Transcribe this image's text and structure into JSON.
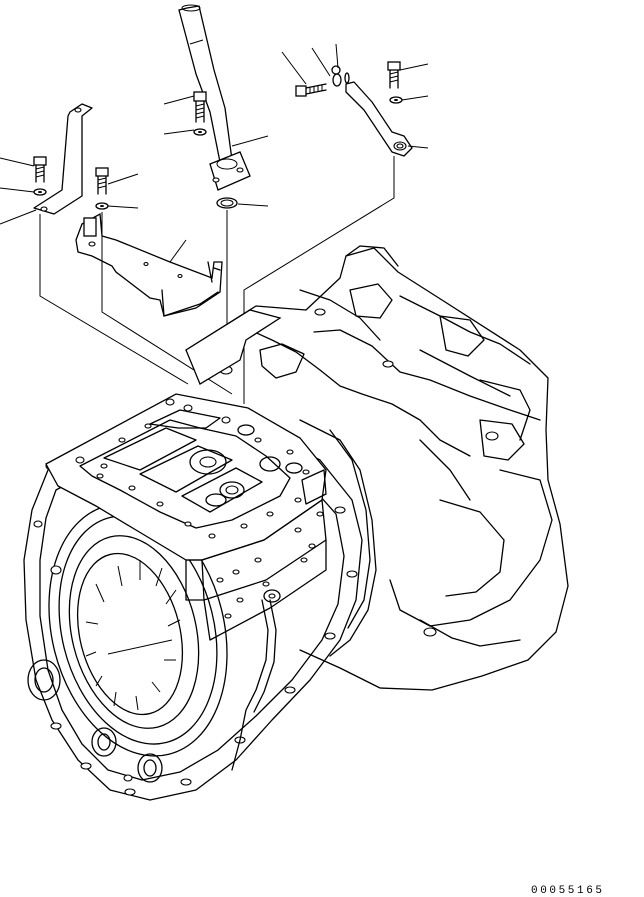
{
  "figure": {
    "code": "00055165"
  },
  "parts": [
    {
      "name": "filler-tube"
    },
    {
      "name": "tube-flange"
    },
    {
      "name": "o-ring"
    },
    {
      "name": "bolt"
    },
    {
      "name": "washer"
    },
    {
      "name": "bracket"
    },
    {
      "name": "clip-bracket"
    },
    {
      "name": "bracket-plate"
    },
    {
      "name": "transmission-case"
    },
    {
      "name": "control-valve-plate"
    }
  ]
}
